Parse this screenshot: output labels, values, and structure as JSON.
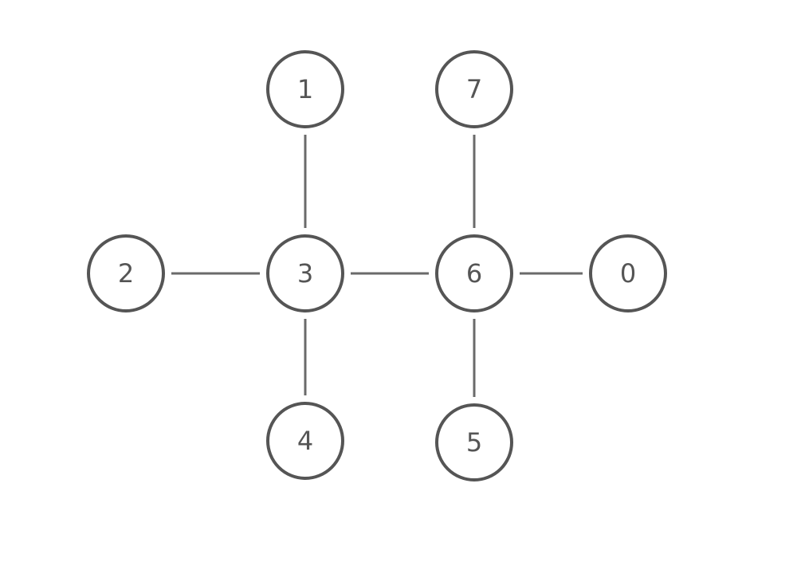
{
  "graph": {
    "nodes": [
      {
        "id": "1",
        "label": "1"
      },
      {
        "id": "7",
        "label": "7"
      },
      {
        "id": "2",
        "label": "2"
      },
      {
        "id": "3",
        "label": "3"
      },
      {
        "id": "6",
        "label": "6"
      },
      {
        "id": "0",
        "label": "0"
      },
      {
        "id": "4",
        "label": "4"
      },
      {
        "id": "5",
        "label": "5"
      }
    ],
    "edges": [
      {
        "from": "1",
        "to": "3"
      },
      {
        "from": "2",
        "to": "3"
      },
      {
        "from": "3",
        "to": "6"
      },
      {
        "from": "3",
        "to": "4"
      },
      {
        "from": "7",
        "to": "6"
      },
      {
        "from": "6",
        "to": "0"
      },
      {
        "from": "6",
        "to": "5"
      }
    ]
  }
}
